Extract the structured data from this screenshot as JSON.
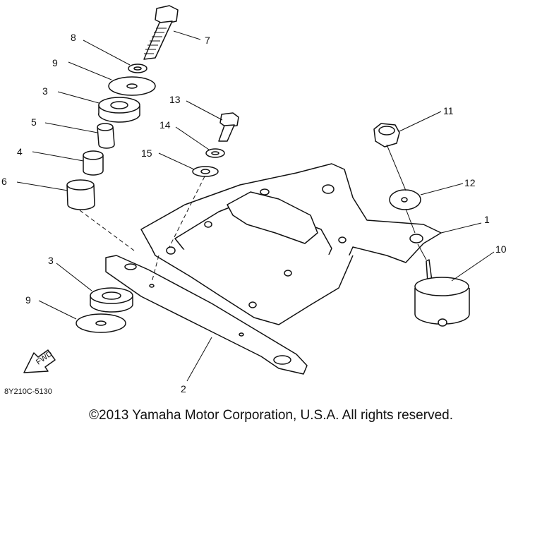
{
  "diagram": {
    "part_code": "8Y210C-5130",
    "fwd_label": "FWD",
    "callouts": [
      "1",
      "2",
      "3",
      "3",
      "4",
      "5",
      "6",
      "7",
      "8",
      "9",
      "9",
      "10",
      "11",
      "12",
      "13",
      "14",
      "15"
    ]
  },
  "footer": {
    "copyright": "©2013 Yamaha Motor Corporation, U.S.A. All rights reserved."
  }
}
